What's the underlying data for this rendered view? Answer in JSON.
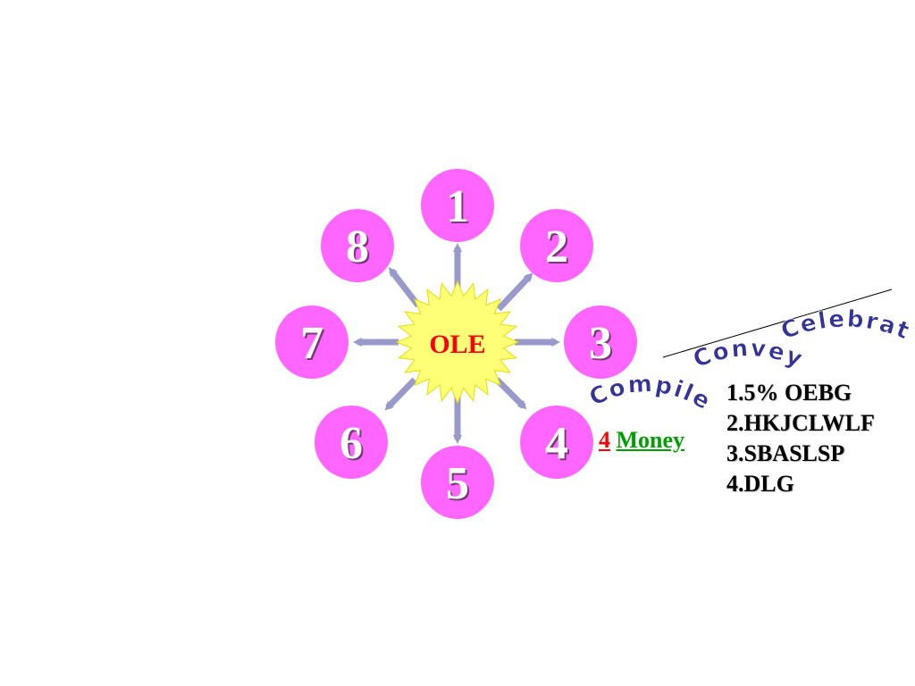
{
  "diagram": {
    "center_label": "OLE",
    "nodes": [
      "1",
      "2",
      "3",
      "4",
      "5",
      "6",
      "7",
      "8"
    ],
    "curved_words": [
      "Celebrate",
      "Convey",
      "Compile"
    ],
    "money_count": "4",
    "money_label": "Money",
    "list_items": [
      "1.5% OEBG",
      "2.HKJCLWLF",
      "3.SBASLSP",
      "4.DLG"
    ]
  },
  "colors": {
    "node_fill": "#ff66ff",
    "burst_fill": "#ffff77",
    "burst_stroke": "#e0e000",
    "arrow": "#9999cc",
    "center_text": "#ff0000",
    "curve_text": "#333399"
  }
}
